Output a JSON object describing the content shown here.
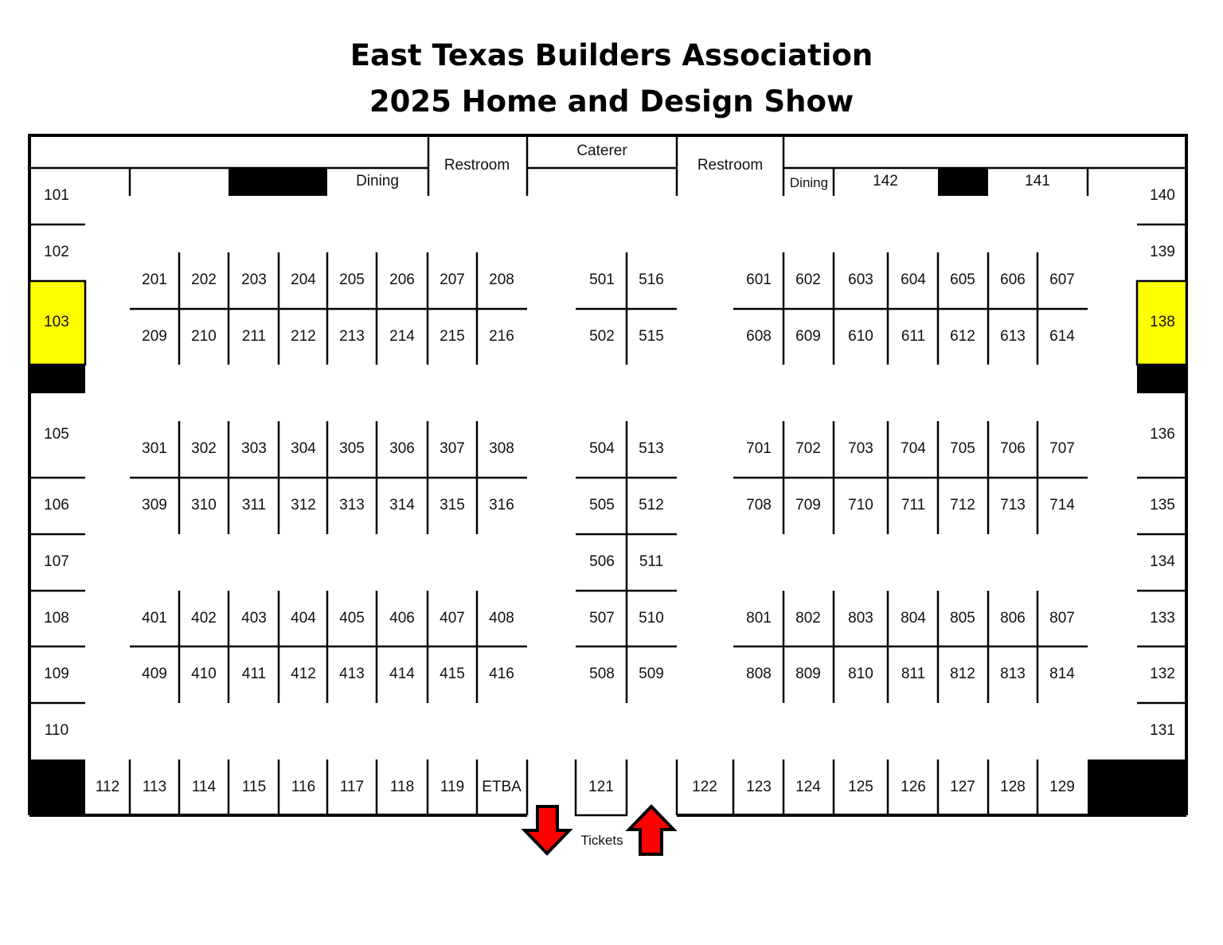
{
  "header": {
    "title_line1": "East Texas Builders Association",
    "title_line2": "2025 Home and Design Show"
  },
  "colors": {
    "wall": "#000000",
    "highlight": "#ffff00",
    "arrow": "#ff0000",
    "background": "#ffffff"
  },
  "facilities": {
    "restroom_left": "Restroom",
    "caterer": "Caterer",
    "restroom_right": "Restroom",
    "dining_left": "Dining",
    "dining_right": "Dining",
    "tickets": "Tickets"
  },
  "highlighted_booths": [
    "103",
    "138"
  ],
  "booths": {
    "top_right": [
      "142",
      "141"
    ],
    "left_wall": [
      "101",
      "102",
      "103",
      "105",
      "106",
      "107",
      "108",
      "109",
      "110"
    ],
    "right_wall": [
      "140",
      "139",
      "138",
      "136",
      "135",
      "134",
      "133",
      "132",
      "131"
    ],
    "bottom_left": [
      "112",
      "113",
      "114",
      "115",
      "116",
      "117",
      "118",
      "119",
      "ETBA"
    ],
    "bottom_center": [
      "121"
    ],
    "bottom_right": [
      "122",
      "123",
      "124",
      "125",
      "126",
      "127",
      "128",
      "129"
    ],
    "block_200": {
      "top": [
        "201",
        "202",
        "203",
        "204",
        "205",
        "206",
        "207",
        "208"
      ],
      "bottom": [
        "209",
        "210",
        "211",
        "212",
        "213",
        "214",
        "215",
        "216"
      ]
    },
    "block_300": {
      "top": [
        "301",
        "302",
        "303",
        "304",
        "305",
        "306",
        "307",
        "308"
      ],
      "bottom": [
        "309",
        "310",
        "311",
        "312",
        "313",
        "314",
        "315",
        "316"
      ]
    },
    "block_400": {
      "top": [
        "401",
        "402",
        "403",
        "404",
        "405",
        "406",
        "407",
        "408"
      ],
      "bottom": [
        "409",
        "410",
        "411",
        "412",
        "413",
        "414",
        "415",
        "416"
      ]
    },
    "block_500": {
      "left": [
        "501",
        "502",
        "504",
        "505",
        "506",
        "507",
        "508"
      ],
      "right": [
        "516",
        "515",
        "513",
        "512",
        "511",
        "510",
        "509"
      ]
    },
    "block_600": {
      "top": [
        "601",
        "602",
        "603",
        "604",
        "605",
        "606",
        "607"
      ],
      "bottom": [
        "608",
        "609",
        "610",
        "611",
        "612",
        "613",
        "614"
      ]
    },
    "block_700": {
      "top": [
        "701",
        "702",
        "703",
        "704",
        "705",
        "706",
        "707"
      ],
      "bottom": [
        "708",
        "709",
        "710",
        "711",
        "712",
        "713",
        "714"
      ]
    },
    "block_800": {
      "top": [
        "801",
        "802",
        "803",
        "804",
        "805",
        "806",
        "807"
      ],
      "bottom": [
        "808",
        "809",
        "810",
        "811",
        "812",
        "813",
        "814"
      ]
    }
  }
}
